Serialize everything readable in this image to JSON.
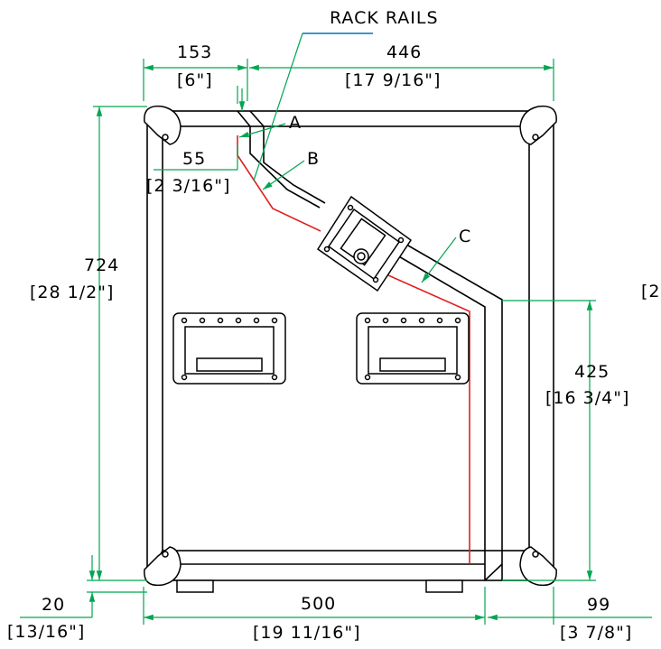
{
  "title": "RACK RAILS",
  "callouts": [
    "A",
    "B",
    "C"
  ],
  "dimensions": {
    "left_offset": {
      "mm": "153",
      "inch": "[6\"]"
    },
    "top_width": {
      "mm": "446",
      "inch": "[17 9/16\"]"
    },
    "rail_offset": {
      "mm": "55",
      "inch": "[2 3/16\"]"
    },
    "overall_height": {
      "mm": "724",
      "inch": "[28 1/2\"]"
    },
    "right_height": {
      "mm": "425",
      "inch": "[16 3/4\"]"
    },
    "right_cut": "[2",
    "foot_height": {
      "mm": "20",
      "inch": "[13/16\"]"
    },
    "base_width": {
      "mm": "500",
      "inch": "[19 11/16\"]"
    },
    "right_depth": {
      "mm": "99",
      "inch": "[3 7/8\"]"
    }
  },
  "colors": {
    "dimension": "#00a651",
    "rail": "#e02020",
    "leader": "#0070c0",
    "line": "#000000"
  }
}
